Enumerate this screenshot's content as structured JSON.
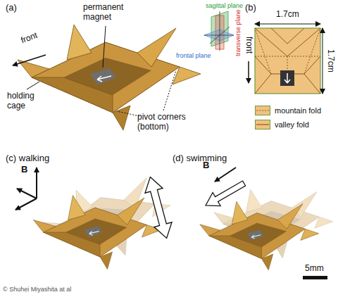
{
  "diagram": {
    "labels": [
      "(a)",
      "permanent magnet",
      "sagittal plane",
      "frontal plane",
      "transverse plane",
      "front",
      "holding cage",
      "pivot corners (bottom)",
      "(b)",
      "1.7cm",
      "1.7cm",
      "front",
      "(c) walking",
      "B",
      "(d) swimming",
      "B",
      "5mm",
      "© Shuhei Miyashita at al"
    ],
    "legend": [
      {
        "text": "mountain fold"
      },
      {
        "text": "valley fold"
      }
    ]
  }
}
